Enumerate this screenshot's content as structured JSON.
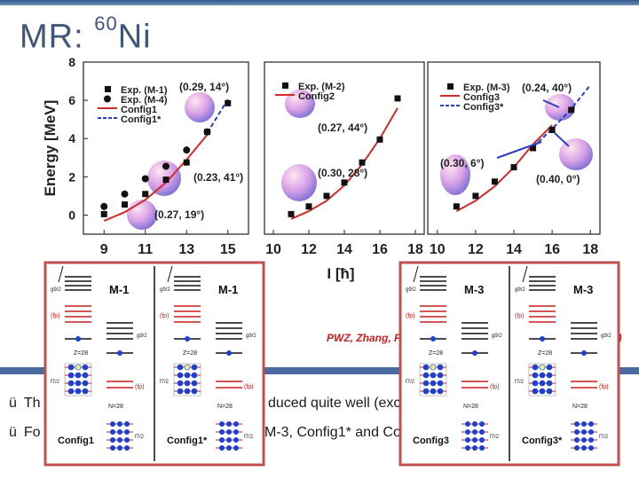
{
  "slide": {
    "title_main": "MR: ",
    "title_sup": "60",
    "title_element": "Ni",
    "credit": "PWZ, Zhang, P",
    "credit_tail": "1)",
    "bullets": [
      {
        "check": "ü",
        "text_left": "Th",
        "text_right": "duced quite well (exce"
      },
      {
        "check": "ü",
        "text_left": "Fo",
        "text_right": "M-3, Config1* and Co"
      }
    ]
  },
  "chart_data": [
    {
      "type": "scatter",
      "title": "",
      "ylabel": "Energy [MeV]",
      "xlabel": "I [ħ]",
      "xlim": [
        8,
        16
      ],
      "ylim": [
        -1,
        8
      ],
      "xticks": [
        "9",
        "11",
        "13",
        "15"
      ],
      "yticks": [
        "0",
        "2",
        "4",
        "6",
        "8"
      ],
      "legend": [
        "Exp. (M-1)",
        "Exp. (M-4)",
        "Config1",
        "Config1*"
      ],
      "series": [
        {
          "name": "Exp. (M-1)",
          "marker": "square",
          "x": [
            9,
            10,
            11,
            12,
            13,
            14,
            15
          ],
          "y": [
            0.05,
            0.55,
            1.1,
            1.85,
            2.75,
            4.35,
            5.85
          ]
        },
        {
          "name": "Exp. (M-4)",
          "marker": "circle",
          "x": [
            9,
            10,
            11,
            12,
            13,
            14
          ],
          "y": [
            0.45,
            1.1,
            1.9,
            2.55,
            3.4,
            4.35
          ]
        },
        {
          "name": "Config1",
          "style": "solid",
          "x": [
            9,
            10,
            11,
            12,
            13,
            14
          ],
          "y": [
            -0.3,
            0.15,
            0.8,
            1.7,
            2.9,
            4.2
          ]
        },
        {
          "name": "Config1*",
          "style": "dashed",
          "x": [
            14,
            15
          ],
          "y": [
            4.3,
            6.05
          ]
        }
      ],
      "annotations": [
        "(0.29, 14°)",
        "(0.23, 41°)",
        "(0.27, 19°)"
      ]
    },
    {
      "type": "scatter",
      "title": "",
      "ylabel": "",
      "xlabel": "",
      "xlim": [
        9.5,
        18.5
      ],
      "ylim": [
        -1,
        8
      ],
      "xticks": [
        "10",
        "12",
        "14",
        "16",
        "18"
      ],
      "legend": [
        "Exp. (M-2)",
        "Config2"
      ],
      "series": [
        {
          "name": "Exp. (M-2)",
          "marker": "square",
          "x": [
            11,
            12,
            13,
            14,
            15,
            16,
            17
          ],
          "y": [
            0.05,
            0.45,
            1.0,
            1.7,
            2.75,
            3.95,
            6.1
          ]
        },
        {
          "name": "Config2",
          "style": "solid",
          "x": [
            11,
            12,
            13,
            14,
            15,
            16,
            17
          ],
          "y": [
            -0.2,
            0.2,
            0.75,
            1.55,
            2.65,
            4.0,
            5.6
          ]
        }
      ],
      "annotations": [
        "(0.27, 44°)",
        "(0.30, 28°)"
      ]
    },
    {
      "type": "scatter",
      "title": "",
      "ylabel": "",
      "xlabel": "",
      "xlim": [
        9.5,
        18.5
      ],
      "ylim": [
        -1,
        8
      ],
      "xticks": [
        "10",
        "12",
        "14",
        "16",
        "18"
      ],
      "legend": [
        "Exp. (M-3)",
        "Config3",
        "Config3*"
      ],
      "series": [
        {
          "name": "Exp. (M-3)",
          "marker": "square",
          "x": [
            11,
            12,
            13,
            14,
            15,
            16,
            17
          ],
          "y": [
            0.45,
            1.0,
            1.75,
            2.5,
            3.5,
            4.45,
            5.5
          ]
        },
        {
          "name": "Config3",
          "style": "solid",
          "x": [
            11,
            12,
            13,
            14,
            15,
            16
          ],
          "y": [
            0.2,
            0.75,
            1.5,
            2.5,
            3.7,
            4.7
          ]
        },
        {
          "name": "Config3*",
          "style": "dashed",
          "x": [
            15,
            16,
            17,
            18
          ],
          "y": [
            3.55,
            4.5,
            5.55,
            6.8
          ]
        }
      ],
      "annotations": [
        "(0.24, 40°)",
        "(0.30, 6°)",
        "(0.40, 0°)"
      ]
    }
  ],
  "diagrams": [
    {
      "left_title": "M-1",
      "right_title": "M-1",
      "left_config": "Config1",
      "right_config": "Config1*"
    },
    {
      "left_title": "M-3",
      "right_title": "M-3",
      "left_config": "Config3",
      "right_config": "Config3*"
    }
  ],
  "level_labels": {
    "g92": "g9/2",
    "fp": "(fp)",
    "z28": "Z=28",
    "n28": "N=28",
    "f72": "f7/2"
  },
  "colors": {
    "title": "#41577a",
    "accent_bar": "#4a6aa0",
    "frame": "#c0504d",
    "fit_line": "#d12a2a",
    "dash_line": "#2b3fc4",
    "credit": "#c81e1e"
  }
}
